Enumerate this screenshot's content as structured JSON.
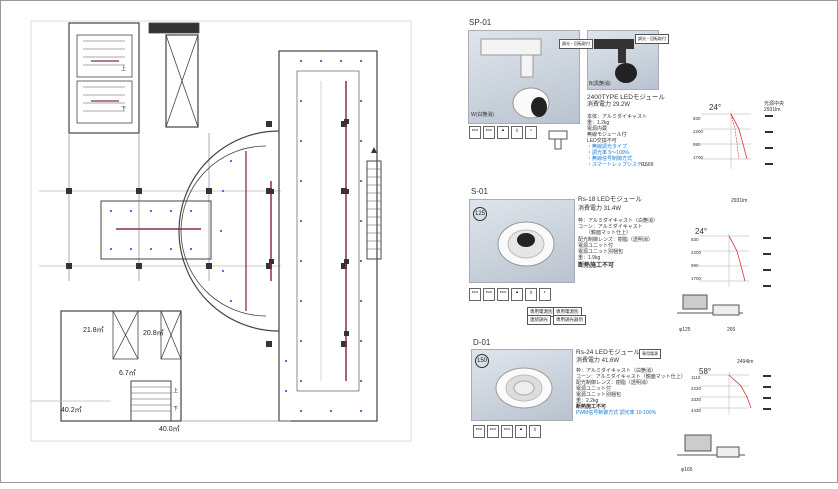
{
  "floor_plan": {
    "room_labels": [
      "21.8㎡",
      "20.8㎡",
      "6.7㎡",
      "40.2㎡",
      "40.0㎡"
    ],
    "stair_labels": [
      "上",
      "下",
      "上",
      "下"
    ]
  },
  "sp01": {
    "code": "SP-01",
    "variant_w": "W(白艶消)",
    "variant_b": "B(黒艶消)",
    "title": "2400TYPE LEDモジュール",
    "power": "消費電力 29.2W",
    "specs": [
      "本体：アルミダイキャスト",
      "重：1.2kg",
      "電源内蔵",
      "無線モジュール付",
      "LED交換不可"
    ],
    "blue_specs": [
      "・無線調光タイプ",
      "・調光率 5～100%",
      "・無線信号制御方式",
      "・スマートレップシステム"
    ],
    "page_ref": "P.569",
    "dist_label": "光源中央",
    "lumen": "2931lm",
    "angle": "24°",
    "photo_tag": "調光・回転取付",
    "bottom_table": [
      "830",
      "2200",
      "990",
      "1700"
    ]
  },
  "s01": {
    "code": "S-01",
    "badge": "125",
    "title": "Rs-18 LEDモジュール",
    "power": "消費電力 31.4W",
    "specs": [
      "枠：アルミダイキャスト（白艶消）",
      "コーン：アルミダイキャスト",
      "（鏡面マット仕上）",
      "配光制御レンズ：樹脂（透明消）",
      "電源ユニット付",
      "電源ユニット別梱包",
      "重：1.9kg"
    ],
    "warning": "断熱施工不可",
    "lumen": "2931lm",
    "angle": "24°",
    "btn1": "専用電源別",
    "btn2": "専用電源別",
    "btn3": "連続調光",
    "btn4": "専用調光器別",
    "dim": "φ125",
    "dim2": "265",
    "table": [
      "830",
      "2200",
      "990",
      "1700"
    ]
  },
  "d01": {
    "code": "D-01",
    "badge": "150",
    "title": "Rs-24 LEDモジュール",
    "tag": "専用電源",
    "power": "消費電力 41.6W",
    "specs": [
      "枠：アルミダイキャスト（白艶消）",
      "コーン：アルミダイキャスト（鏡面マット仕上）",
      "配光制御レンズ：樹脂（透明消）",
      "電源ユニット付",
      "電源ユニット別梱包",
      "重：2.2kg"
    ],
    "warning": "断熱施工不可",
    "blue": "PWM信号制御方式 調光率 10-100%",
    "lumen": "2494lm",
    "angle": "58°",
    "dim": "φ165",
    "table": [
      "1110",
      "2220",
      "3330",
      "4430"
    ]
  }
}
